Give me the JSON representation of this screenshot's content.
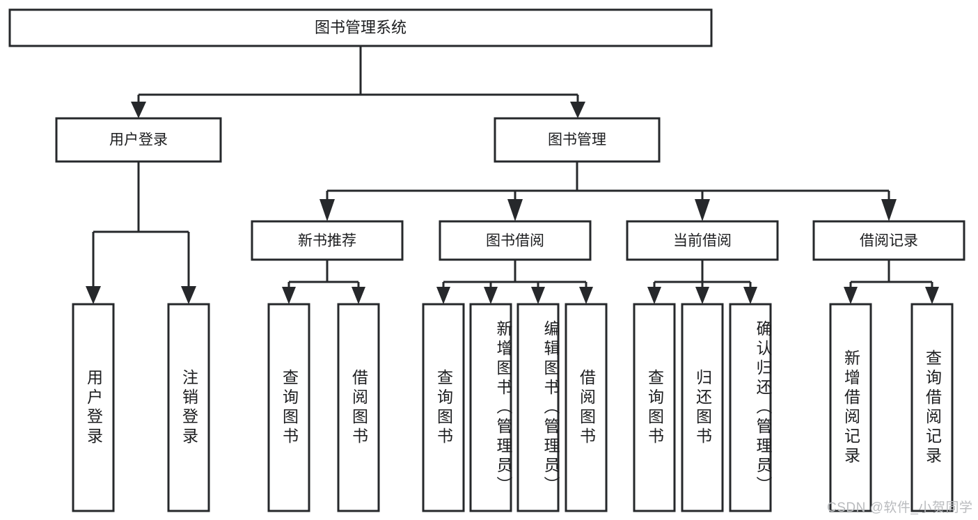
{
  "diagram": {
    "type": "hierarchy-tree",
    "title": "图书管理系统",
    "watermark": "CSDN @软件_小贺同学",
    "colors": {
      "box_stroke": "#26282b",
      "box_fill": "#ffffff",
      "connector": "#26282b",
      "text": "#1c1d1f",
      "watermark": "#b9bbbe",
      "background": "#ffffff"
    },
    "root": {
      "label": "图书管理系统"
    },
    "level2": [
      {
        "label": "用户登录"
      },
      {
        "label": "图书管理"
      }
    ],
    "level3": [
      {
        "label": "新书推荐"
      },
      {
        "label": "图书借阅"
      },
      {
        "label": "当前借阅"
      },
      {
        "label": "借阅记录"
      }
    ],
    "leaves": {
      "user_login": [
        {
          "label": "用户登录"
        },
        {
          "label": "注销登录"
        }
      ],
      "new_book": [
        {
          "label": "查询图书"
        },
        {
          "label": "借阅图书"
        }
      ],
      "book_borrow": [
        {
          "label": "查询图书"
        },
        {
          "label": "新增图书（管理员）"
        },
        {
          "label": "编辑图书（管理员）"
        },
        {
          "label": "借阅图书"
        }
      ],
      "current_borrow": [
        {
          "label": "查询图书"
        },
        {
          "label": "归还图书"
        },
        {
          "label": "确认归还（管理员）"
        }
      ],
      "borrow_record": [
        {
          "label": "新增借阅记录"
        },
        {
          "label": "查询借阅记录"
        }
      ]
    }
  }
}
